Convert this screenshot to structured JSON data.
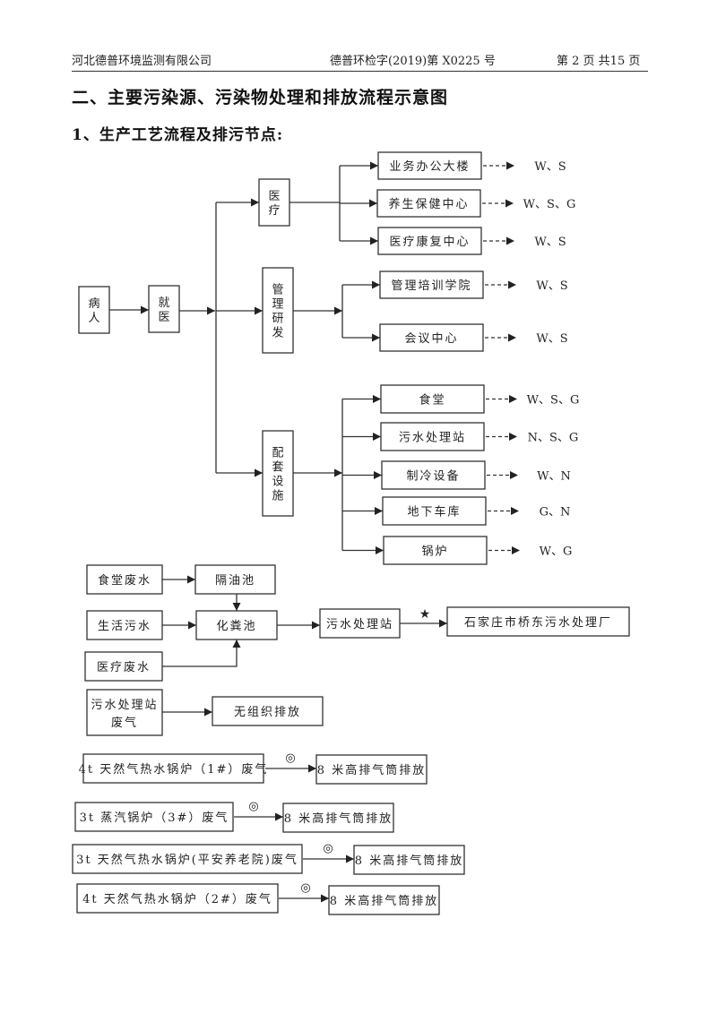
{
  "header": {
    "company": "河北德普环境监测有限公司",
    "report_no": "德普环检字(2019)第 X0225 号",
    "page_info": "第 2 页 共15 页"
  },
  "section_title": "二、主要污染源、污染物处理和排放流程示意图",
  "subsection_title": "1、生产工艺流程及排污节点:",
  "process_flow": {
    "patient": "病人",
    "visit": "就医",
    "branches": [
      {
        "name": "医疗",
        "units": [
          {
            "name": "业务办公大楼",
            "pollutants": "W、S"
          },
          {
            "name": "养生保健中心",
            "pollutants": "W、S、G"
          },
          {
            "name": "医疗康复中心",
            "pollutants": "W、S"
          }
        ]
      },
      {
        "name": "管理研发",
        "units": [
          {
            "name": "管理培训学院",
            "pollutants": "W、S"
          },
          {
            "name": "会议中心",
            "pollutants": "W、S"
          }
        ]
      },
      {
        "name": "配套设施",
        "units": [
          {
            "name": "食堂",
            "pollutants": "W、S、G"
          },
          {
            "name": "污水处理站",
            "pollutants": "N、S、G"
          },
          {
            "name": "制冷设备",
            "pollutants": "W、N"
          },
          {
            "name": "地下车库",
            "pollutants": "G、N"
          },
          {
            "name": "锅炉",
            "pollutants": "W、G"
          }
        ]
      }
    ]
  },
  "wastewater_flow": {
    "canteen_water": "食堂废水",
    "grease_trap": "隔油池",
    "domestic_sewage": "生活污水",
    "septic_tank": "化粪池",
    "medical_water": "医疗废水",
    "treatment_station": "污水处理站",
    "outfall_marker": "★",
    "municipal_plant": "石家庄市桥东污水处理厂"
  },
  "waste_gas_flow": {
    "station_gas_line1": "污水处理站",
    "station_gas_line2": "废气",
    "unorganized": "无组织排放"
  },
  "boiler_flows": [
    {
      "source": "4t 天然气热水锅炉（1#）废气",
      "marker": "◎",
      "target": "8 米高排气筒排放"
    },
    {
      "source": "3t 蒸汽锅炉（3#）废气",
      "marker": "◎",
      "target": "8 米高排气筒排放"
    },
    {
      "source": "3t 天然气热水锅炉(平安养老院)废气",
      "marker": "◎",
      "target": "8 米高排气筒排放"
    },
    {
      "source": "4t 天然气热水锅炉（2#）废气",
      "marker": "◎",
      "target": "8 米高排气筒排放"
    }
  ]
}
